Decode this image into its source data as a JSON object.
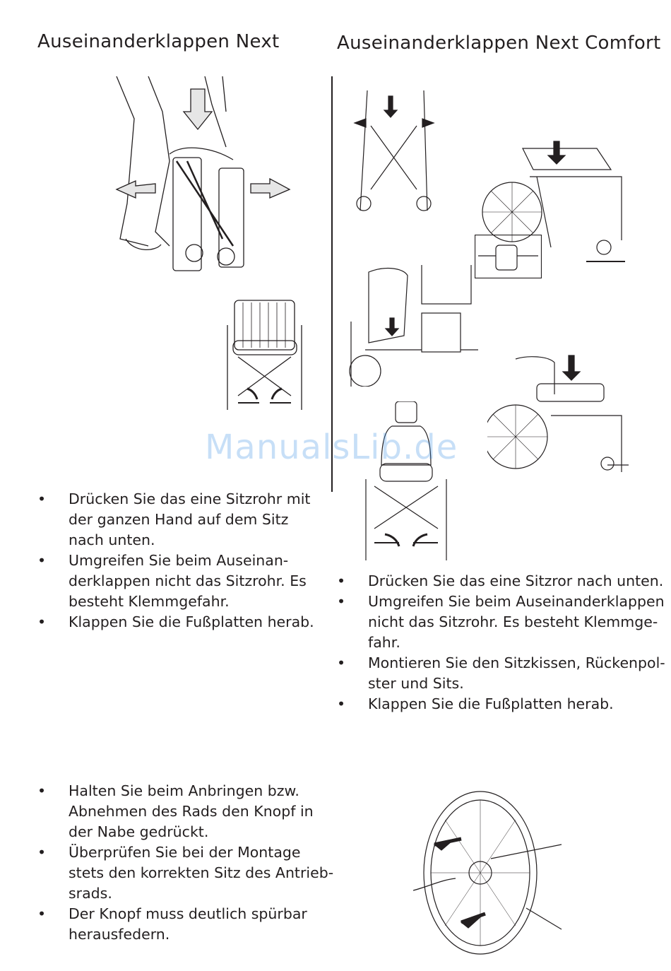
{
  "headings": {
    "left": "Auseinanderklappen Next",
    "right": "Auseinanderklappen Next Comfort"
  },
  "bullet_symbol": "•",
  "left_list": [
    "Drücken Sie das eine Sitzrohr mit der ganzen Hand auf dem Sitz nach unten.",
    "Umgreifen Sie beim Auseinan-derklappen nicht das Sitzrohr. Es besteht Klemmgefahr.",
    "Klappen Sie die Fußplatten herab."
  ],
  "right_list": [
    "Drücken Sie das eine Sitzror nach unten.",
    "Umgreifen Sie beim Auseinanderklappen nicht das Sitzrohr. Es besteht Klemmge-fahr.",
    "Montieren Sie den Sitzkissen, Rückenpol-ster und Sits.",
    "Klappen Sie die Fußplatten herab."
  ],
  "bottom_list": [
    " Halten Sie beim Anbringen bzw. Abnehmen des Rads den Knopf in der Nabe gedrückt.",
    "Überprüfen Sie bei der Montage stets den korrekten Sitz des Antrieb-srads.",
    "Der Knopf muss deutlich spürbar herausfedern."
  ],
  "watermark": "ManualsLib.de",
  "colors": {
    "ink": "#231f20",
    "arrow_fill": "#e6e6e6",
    "watermark": "#3a8fe6"
  }
}
